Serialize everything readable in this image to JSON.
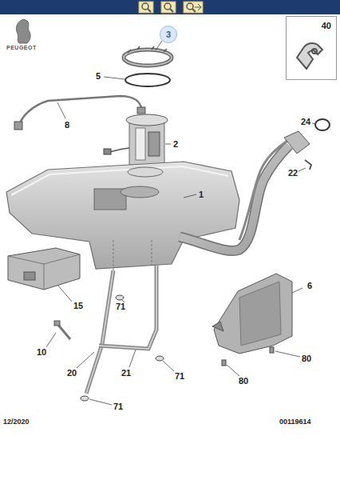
{
  "diagram": {
    "nodes": [
      {
        "text": [
          "3"
        ]
      },
      {
        "text": [
          "40"
        ]
      }
    ],
    "labels": [
      "PEUGEOT",
      "5",
      "8",
      "2",
      "24",
      "22",
      "1",
      "15",
      "6",
      "10",
      "71",
      "71",
      "20",
      "21",
      "71",
      "80",
      "80",
      "12/2020",
      "00119614"
    ]
  }
}
